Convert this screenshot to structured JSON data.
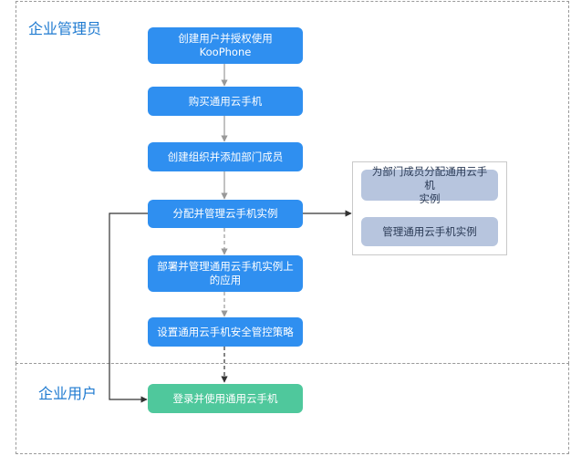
{
  "lanes": {
    "admin": {
      "title": "企业管理员"
    },
    "user": {
      "title": "企业用户"
    }
  },
  "steps": {
    "create_user_line1": "创建用户并授权使用",
    "create_user_line2": "KooPhone",
    "buy_phone": "购买通用云手机",
    "create_org": "创建组织并添加部门成员",
    "assign_manage": "分配并管理云手机实例",
    "deploy_apps_line1": "部署并管理通用云手机实例上",
    "deploy_apps_line2": "的应用",
    "security_policy": "设置通用云手机安全管控策略",
    "login_use": "登录并使用通用云手机"
  },
  "substeps": {
    "allocate_line1": "为部门成员分配通用云手机",
    "allocate_line2": "实例",
    "manage_instances": "管理通用云手机实例"
  },
  "colors": {
    "primary_step": "#2f8ff0",
    "user_step": "#4fc89c",
    "sub_step": "#b7c5de",
    "lane_title": "#1e7ad0"
  }
}
